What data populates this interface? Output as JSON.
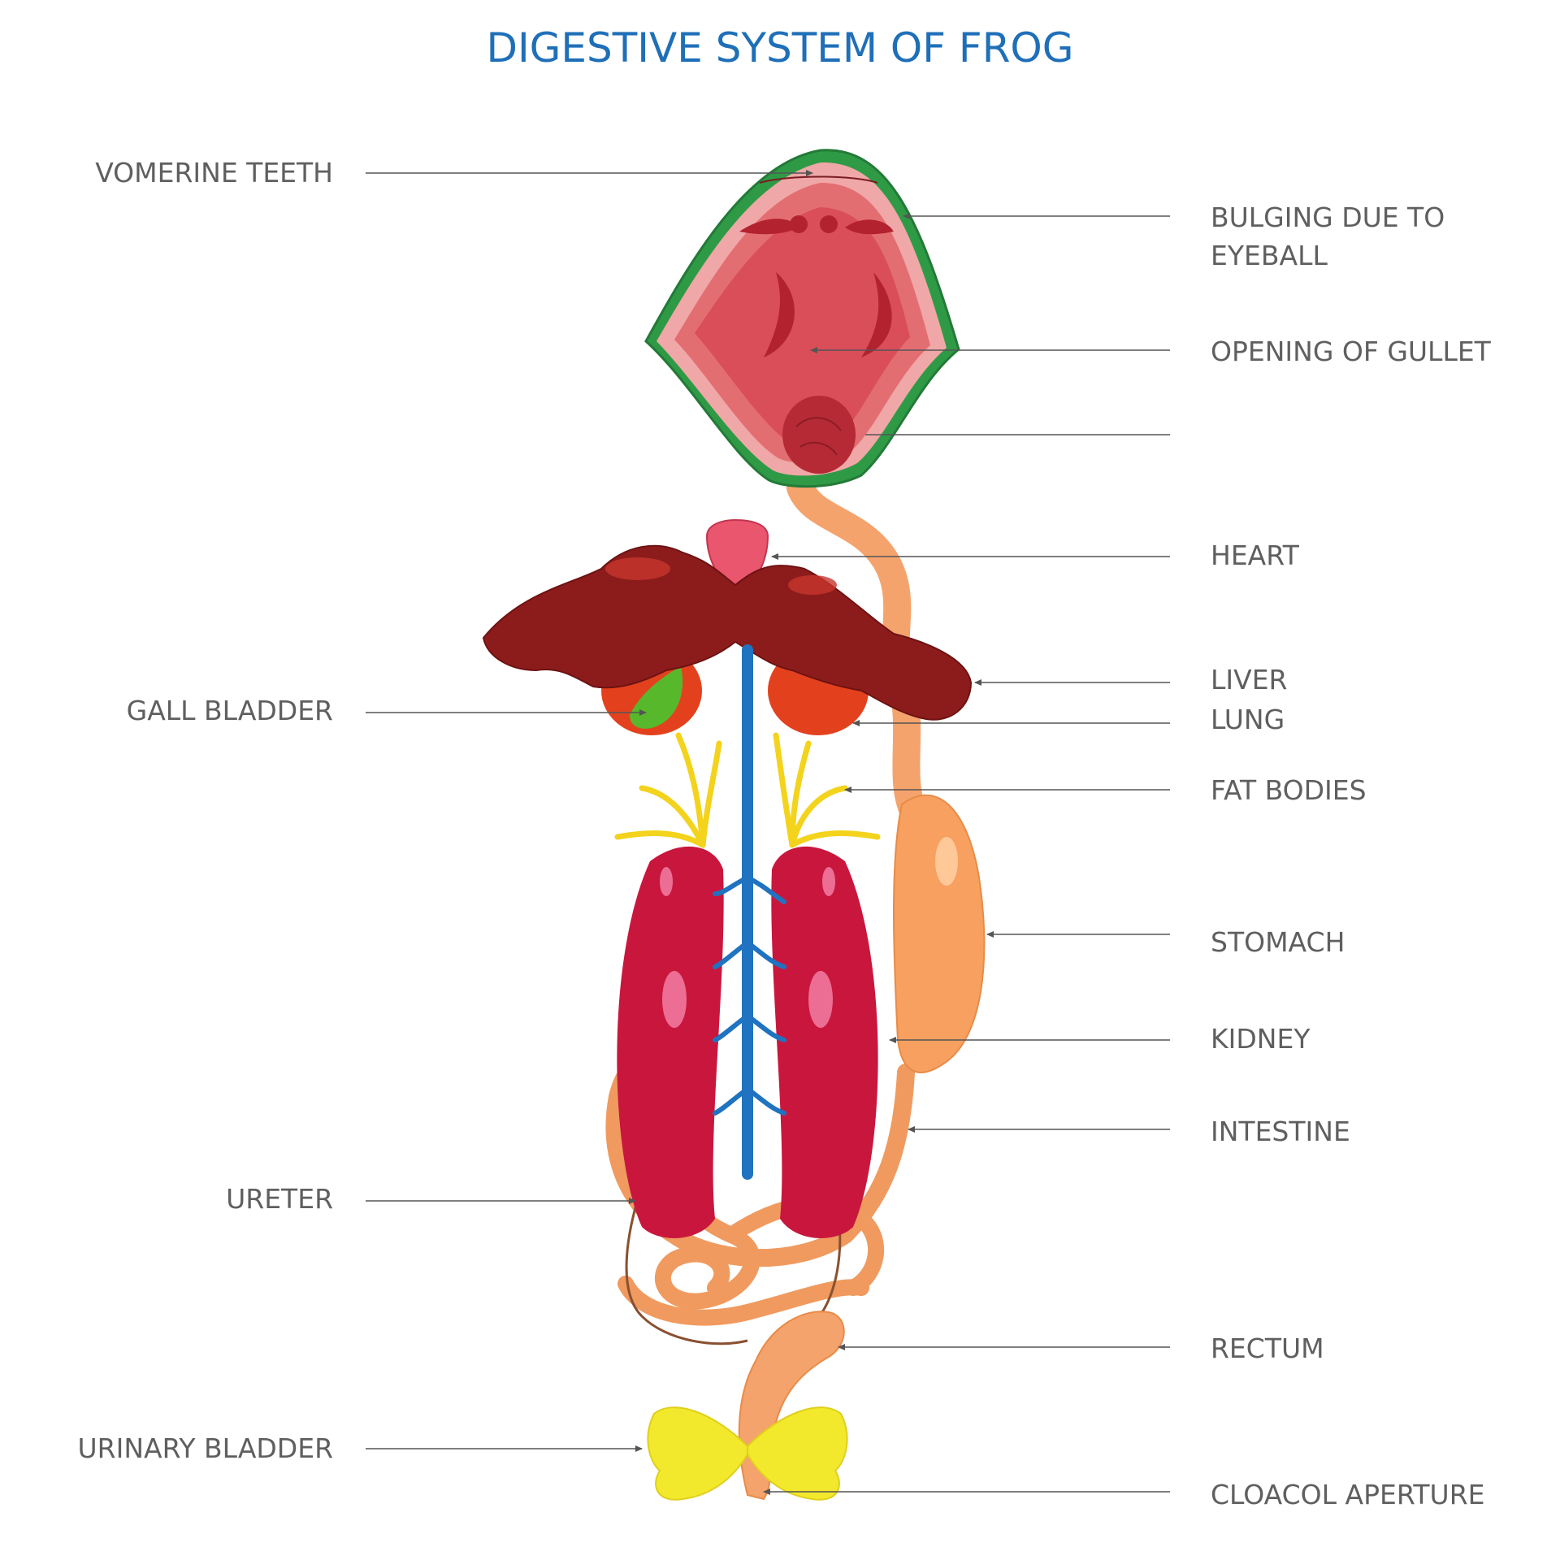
{
  "title": "DIGESTIVE SYSTEM OF FROG",
  "colors": {
    "title": "#1f6fb8",
    "label": "#5f5f5f",
    "leader": "#555555",
    "skin_outline": "#3aa04a",
    "mouth_inner": "#e77a7a",
    "mouth_dark": "#b3222f",
    "gullet": "#f5a36c",
    "heart": "#e9566e",
    "liver": "#8c1c1c",
    "lung": "#e3411e",
    "gall_bladder": "#58b82c",
    "fat_bodies": "#f3d31c",
    "kidney": "#c9163d",
    "blood_vessel": "#1f73c0",
    "stomach": "#f7a05f",
    "intestine": "#f5a36c",
    "urinary_bladder": "#f3e92c",
    "ureter": "#8a5030"
  },
  "labels": {
    "vomerine_teeth": "VOMERINE TEETH",
    "gall_bladder": "GALL BLADDER",
    "ureter": "URETER",
    "urinary_bladder": "URINARY BLADDER",
    "bulging_line1": "BULGING DUE TO",
    "bulging_line2": "EYEBALL",
    "opening_of_gullet": "OPENING OF GULLET",
    "heart": "HEART",
    "liver": "LIVER",
    "lung": "LUNG",
    "fat_bodies": "FAT BODIES",
    "stomach": "STOMACH",
    "kidney": "KIDNEY",
    "intestine": "INTESTINE",
    "rectum": "RECTUM",
    "cloacal_aperture": "CLOACOL APERTURE"
  }
}
